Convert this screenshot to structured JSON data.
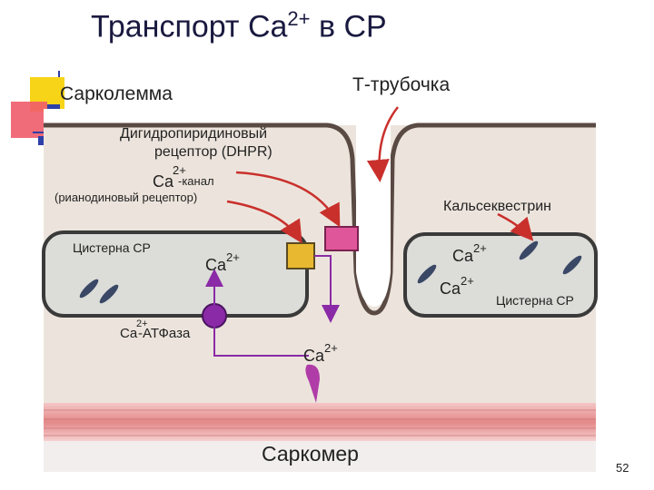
{
  "slide": {
    "title_main": "Транспорт Ca",
    "title_sup": "2+",
    "title_tail": " в СР",
    "page_number": "52"
  },
  "diagram": {
    "sarcolemma": "Сарколемма",
    "t_tubule": "Т-трубочка",
    "dhpr_line1": "Дигидропиридиновый",
    "dhpr_line2": "рецептор (DHPR)",
    "ca_channel_ca": "Ca",
    "ca_channel_sup": "2+",
    "ca_channel_rest": "-канал",
    "ryanodine": "(рианодиновый рецептор)",
    "calsequestrin": "Кальсеквестрин",
    "cistern_left": "Цистерна СР",
    "cistern_right": "Цистерна СР",
    "ca_left": "Ca",
    "ca_left_sup": "2+",
    "ca_right1": "Ca",
    "ca_right1_sup": "2+",
    "ca_right2": "Ca",
    "ca_right2_sup": "2+",
    "atpase_ca": "Ca",
    "atpase_sup": "2+",
    "atpase_rest": "-АТФаза",
    "ca_bottom": "Ca",
    "ca_bottom_sup": "2+",
    "sarcomere": "Саркомер"
  },
  "colors": {
    "membrane": "#d9ccc0",
    "cistern": "#dcdcd8",
    "sarcomere_pink": "#e79a9a",
    "arrow_red": "#c9302c",
    "pump_purple": "#8a2aa6",
    "dhpr_pink": "#e0569a",
    "channel_gold": "#e8b830"
  }
}
